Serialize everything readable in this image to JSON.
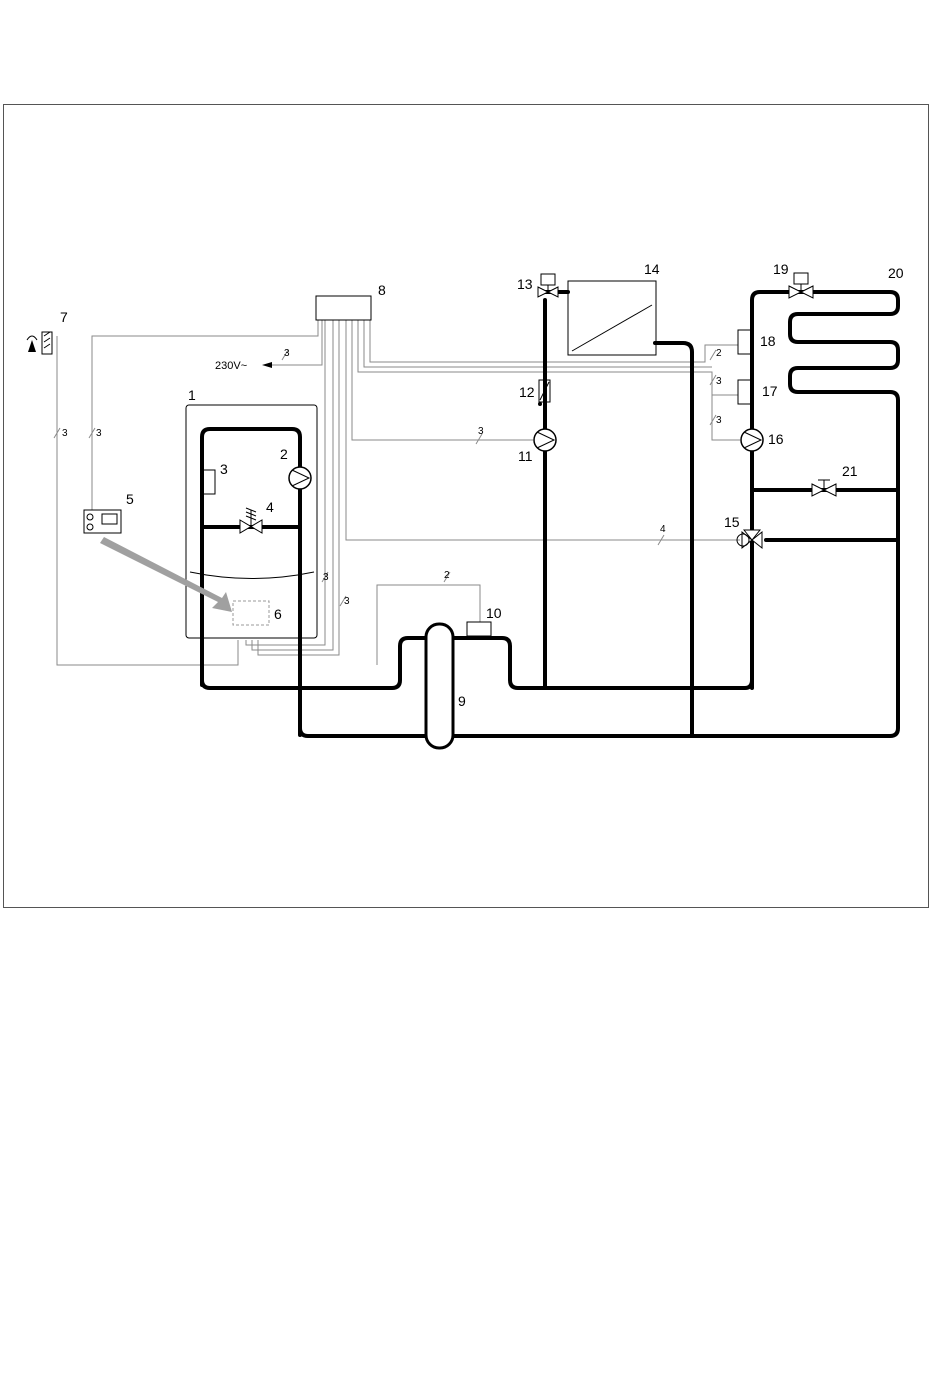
{
  "labels": {
    "boiler": "1",
    "boiler_pump": "2",
    "boiler_sensor": "3",
    "bypass_valve": "4",
    "controller": "5",
    "module": "6",
    "outdoor_sensor": "7",
    "junction_box": "8",
    "hydraulic_separator": "9",
    "separator_sensor": "10",
    "pump_11": "11",
    "check_valve": "12",
    "valve_13": "13",
    "tank": "14",
    "mixing_valve": "15",
    "pump_16": "16",
    "sensor_17": "17",
    "sensor_18": "18",
    "valve_19": "19",
    "floor_circuit": "20",
    "bypass_valve_21": "21"
  },
  "voltage": "230V~",
  "wire_counts": {
    "w_main": "3",
    "w_sensor7": "3",
    "w_ctrl": "3",
    "w_pump11": "3",
    "w_boiler_a": "3",
    "w_boiler_b": "3",
    "w_sep": "2",
    "w_mix": "4",
    "w_18": "2",
    "w_17": "3",
    "w_16": "3"
  },
  "colors": {
    "pipe": "#000000",
    "wire": "#8a8a8a",
    "arrow": "#a0a0a0"
  }
}
